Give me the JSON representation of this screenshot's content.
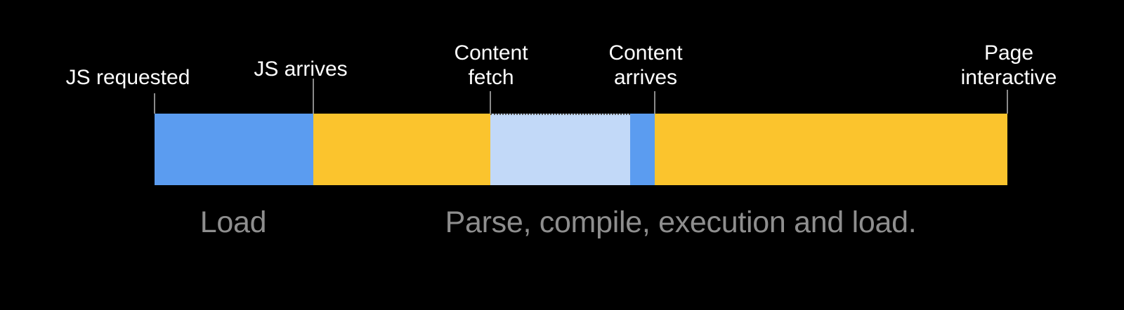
{
  "scene": {
    "background": "#000000"
  },
  "timeline": {
    "markers": [
      {
        "id": "js-requested",
        "label": "JS requested",
        "lines": [
          "JS requested"
        ]
      },
      {
        "id": "js-arrives",
        "label": "JS arrives",
        "lines": [
          "JS arrives"
        ]
      },
      {
        "id": "content-fetch",
        "label": "Content fetch",
        "lines": [
          "Content",
          "fetch"
        ]
      },
      {
        "id": "content-arrives",
        "label": "Content arrives",
        "lines": [
          "Content",
          "arrives"
        ]
      },
      {
        "id": "page-interactive",
        "label": "Page interactive",
        "lines": [
          "Page",
          "interactive"
        ]
      }
    ],
    "segments": [
      {
        "name": "js-requested-to-js-arrives",
        "color": "#5B9CF0"
      },
      {
        "name": "js-arrives-to-content-fetch",
        "color": "#FBC42D"
      },
      {
        "name": "content-fetch-to-content-arrives",
        "color": "#C2D9F8"
      },
      {
        "name": "content-arrives-gap",
        "color": "#5B9CF0"
      },
      {
        "name": "to-page-interactive",
        "color": "#FBC42D"
      }
    ],
    "phases": [
      {
        "label": "Load"
      },
      {
        "label": "Parse, compile, execution and load."
      }
    ],
    "colors": {
      "tick": "#8A8A8A",
      "marker_text": "#FFFFFF",
      "phase_text": "#8E8E8E"
    }
  }
}
